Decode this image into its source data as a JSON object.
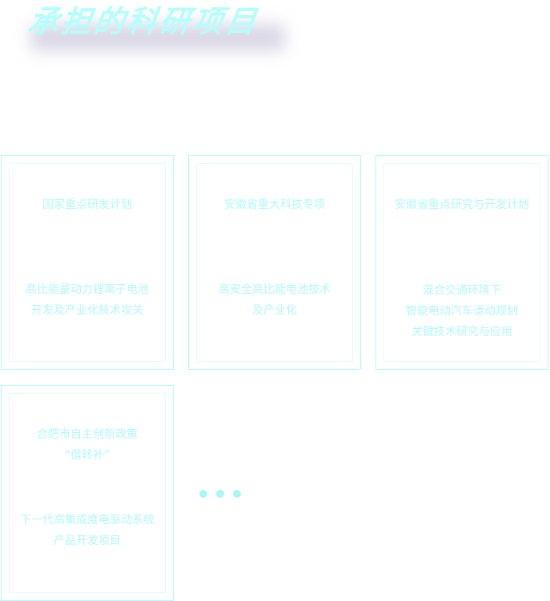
{
  "heading": "承担的科研项目",
  "projects": [
    {
      "program": "国家重点研发计划",
      "name_lines": [
        "高比能量动力锂离子电池",
        "开发及产业化技术攻关"
      ]
    },
    {
      "program": "安徽省重大科技专项",
      "name_lines": [
        "高安全高比能电池技术",
        "及产业化"
      ]
    },
    {
      "program": "安徽省重点研究与开发计划",
      "name_lines": [
        "混合交通环境下",
        "智能电动汽车运动规划",
        "关键技术研究与应用"
      ]
    },
    {
      "program_lines": [
        "合肥市自主创新政策",
        "“借转补”"
      ],
      "name_lines": [
        "下一代高集成度电驱动系统",
        "产品开发项目"
      ]
    }
  ],
  "more_icon": "ellipsis-icon"
}
